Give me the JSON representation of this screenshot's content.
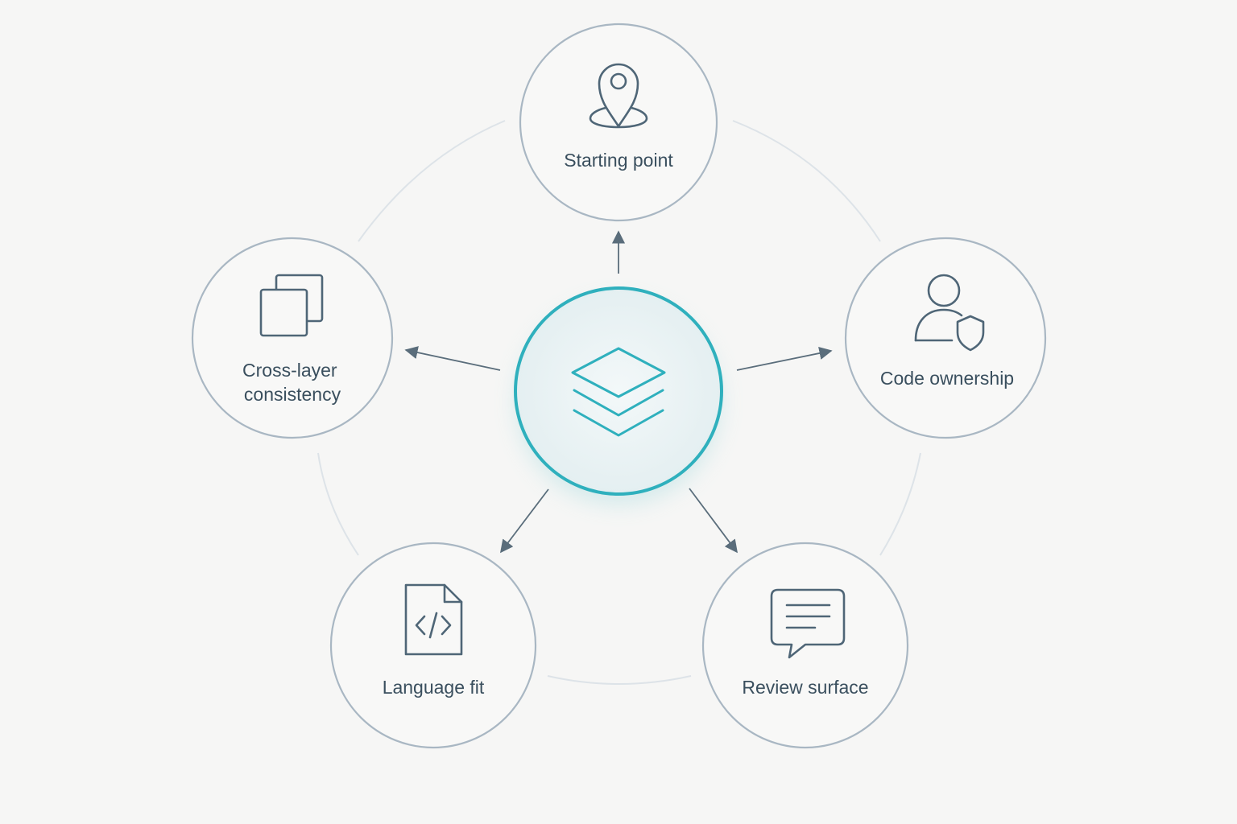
{
  "diagram": {
    "center": {
      "icon": "layers-icon",
      "accent_color": "#2fb0bd"
    },
    "nodes": [
      {
        "id": "starting-point",
        "label_lines": [
          "Starting point"
        ],
        "icon": "location-pin-icon"
      },
      {
        "id": "code-ownership",
        "label_lines": [
          "Code ownership"
        ],
        "icon": "user-shield-icon"
      },
      {
        "id": "review-surface",
        "label_lines": [
          "Review surface"
        ],
        "icon": "comment-icon"
      },
      {
        "id": "language-fit",
        "label_lines": [
          "Language fit"
        ],
        "icon": "code-file-icon"
      },
      {
        "id": "cross-layer-consistency",
        "label_lines": [
          "Cross-layer",
          "consistency"
        ],
        "icon": "copy-squares-icon"
      }
    ],
    "colors": {
      "background": "#f6f6f5",
      "node_border": "#a9b7c3",
      "ring": "#dde3e8",
      "arrow": "#5a6d7b",
      "text": "#3a4f5e"
    }
  }
}
